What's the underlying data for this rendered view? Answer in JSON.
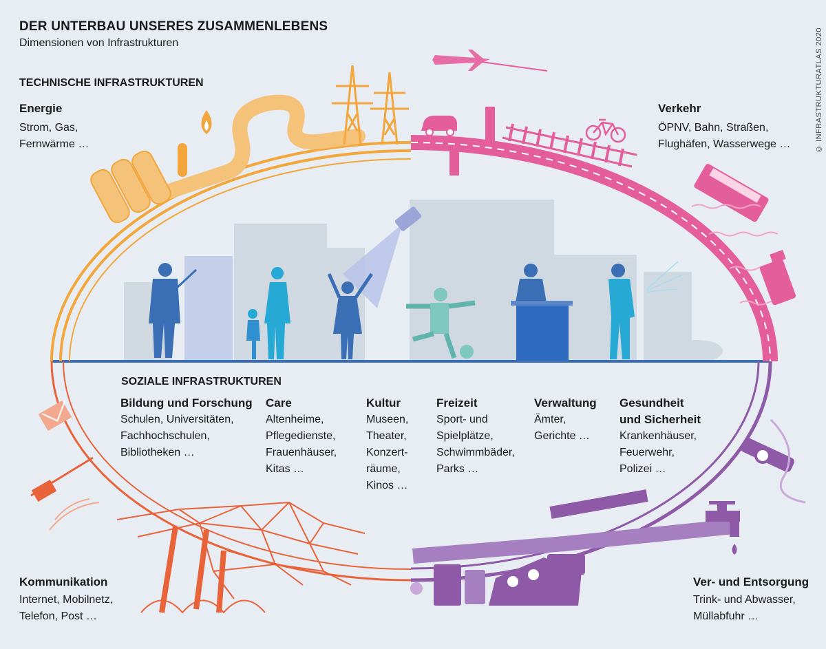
{
  "header": {
    "title": "DER UNTERBAU UNSERES ZUSAMMENLEBENS",
    "subtitle": "Dimensionen von Infrastrukturen"
  },
  "credit": "© INFRASTRUKTURATLAS 2020",
  "technical": {
    "heading": "TECHNISCHE INFRASTRUKTUREN",
    "energie": {
      "title": "Energie",
      "body": "Strom, Gas,\nFernwärme …"
    },
    "verkehr": {
      "title": "Verkehr",
      "body": "ÖPNV, Bahn, Straßen,\nFlughäfen, Wasserwege …"
    },
    "kommunikation": {
      "title": "Kommunikation",
      "body": "Internet, Mobilnetz,\nTelefon, Post …"
    },
    "versorgung": {
      "title": "Ver- und Entsorgung",
      "body": "Trink- und Abwasser,\nMüllabfuhr …"
    }
  },
  "social": {
    "heading": "SOZIALE INFRASTRUKTUREN",
    "categories": [
      {
        "title": "Bildung und Forschung",
        "body": "Schulen, Universitäten,\nFachhochschulen,\nBibliotheken …"
      },
      {
        "title": "Care",
        "body": "Altenheime,\nPflegedienste,\nFrauenhäuser,\nKitas …"
      },
      {
        "title": "Kultur",
        "body": "Museen,\nTheater,\nKonzert-\nräume,\nKinos …"
      },
      {
        "title": "Freizeit",
        "body": "Sport- und\nSpielplätze,\nSchwimmbäder,\nParks …"
      },
      {
        "title": "Verwaltung",
        "body": "Ämter,\nGerichte  …"
      },
      {
        "title": "Gesundheit\nund Sicherheit",
        "body": "Krankenhäuser,\nFeuerwehr,\nPolizei …"
      }
    ]
  },
  "colors": {
    "energy": "#f2a63b",
    "traffic": "#e55e9c",
    "communication": "#e8623a",
    "supply": "#8e5aa8",
    "ground": "#3a6fb5",
    "figures": [
      "#3a6fb5",
      "#27a9d6",
      "#7ec8c0"
    ]
  },
  "icons": [
    "airplane-icon",
    "car-icon",
    "bicycle-icon",
    "bus-icon",
    "ship-icon",
    "flame-icon",
    "pylon-icon",
    "envelope-icon",
    "antenna-icon",
    "water-tap-icon",
    "garbage-truck-icon",
    "spotlight-icon"
  ]
}
